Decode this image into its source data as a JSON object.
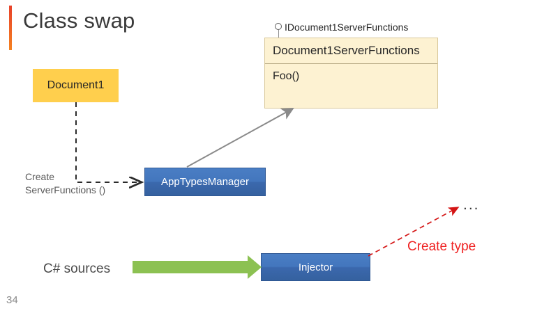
{
  "slide": {
    "title": "Class swap",
    "page_number": "34",
    "accent_color_top": "#e8412a",
    "accent_color_bottom": "#f58220",
    "background": "#ffffff"
  },
  "diagram": {
    "document1_box": {
      "label": "Document1",
      "fill": "#ffcf4d",
      "text_color": "#262626"
    },
    "apptypesmanager_box": {
      "label": "AppTypesManager",
      "fill": "#3b68ad",
      "text_color": "#ffffff"
    },
    "injector_box": {
      "label": "Injector",
      "fill": "#3b68ad",
      "text_color": "#ffffff"
    },
    "class_box": {
      "name": "Document1ServerFunctions",
      "members": "Foo()",
      "fill": "#fdf2d2",
      "border": "#d9c89a"
    },
    "provided_interface": {
      "label": "IDocument1ServerFunctions",
      "notation": "lollipop"
    },
    "connectors": {
      "create_serverfunctions": {
        "line1": "Create",
        "line2": "ServerFunctions ()",
        "style": "dashed",
        "color": "#3a3a3a"
      },
      "apptypesmanager_to_class": {
        "style": "solid",
        "color": "#808080"
      },
      "csharp_sources_arrow": {
        "label": "C# sources",
        "style": "block-arrow",
        "color": "#8cc152"
      },
      "create_type": {
        "label": "Create type",
        "style": "dashed",
        "color": "#d41515"
      },
      "ellipsis": {
        "label": "..."
      }
    }
  }
}
